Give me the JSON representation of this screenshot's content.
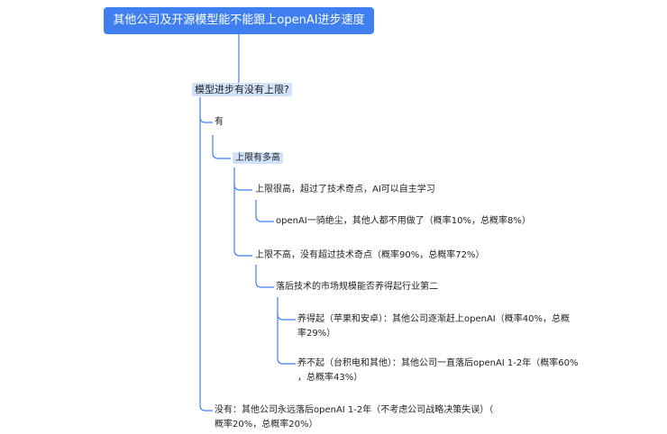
{
  "mindmap": {
    "root": "其他公司及开源模型能不能跟上openAI进步速度",
    "question": "模型进步有没有上限?",
    "yes": "有",
    "ceiling_question": "上限有多高",
    "high_ceiling": "上限很高，超过了技术奇点，AI可以自主学习",
    "openai_wins": "openAI一骑绝尘，其他人都不用做了（概率10%，总概率8%）",
    "low_ceiling": "上限不高，没有超过技术奇点（概率90%，总概率72%）",
    "market_question": "落后技术的市场规模能否养得起行业第二",
    "affordable_line1": "养得起（苹果和安卓）：其他公司逐渐赶上openAI（概率40%，总概",
    "affordable_line2": "率29%）",
    "unaffordable_line1": "养不起（台积电和其他）：其他公司一直落后openAI 1-2年（概率60%",
    "unaffordable_line2": "，总概率43%）",
    "no_line1": "没有：其他公司永远落后openAI 1-2年（不考虑公司战略决策失误）（",
    "no_line2": "概率20%，总概率20%）"
  },
  "colors": {
    "root_fill": "#3f7ff0",
    "highlight": "#d3e2fb",
    "connector": "#3f7ff0"
  }
}
